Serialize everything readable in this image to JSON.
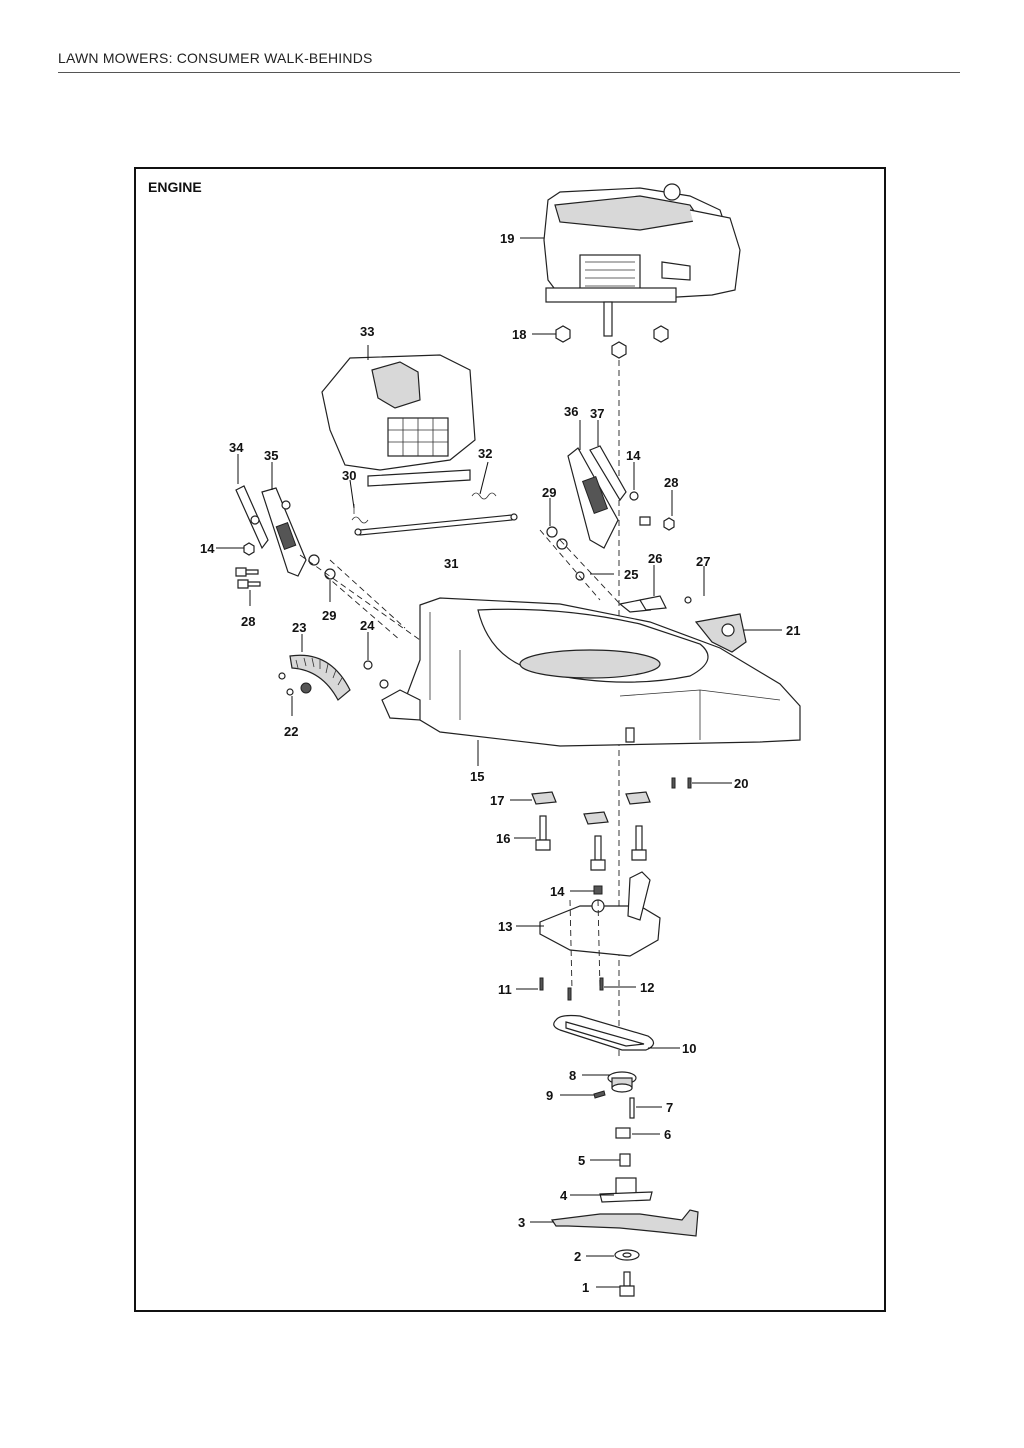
{
  "header": {
    "title": "LAWN MOWERS: CONSUMER WALK-BEHINDS"
  },
  "section": {
    "title": "ENGINE"
  },
  "callouts": [
    {
      "num": "1"
    },
    {
      "num": "2"
    },
    {
      "num": "3"
    },
    {
      "num": "4"
    },
    {
      "num": "5"
    },
    {
      "num": "6"
    },
    {
      "num": "7"
    },
    {
      "num": "8"
    },
    {
      "num": "9"
    },
    {
      "num": "10"
    },
    {
      "num": "11"
    },
    {
      "num": "12"
    },
    {
      "num": "13"
    },
    {
      "num": "14"
    },
    {
      "num": "14"
    },
    {
      "num": "14"
    },
    {
      "num": "15"
    },
    {
      "num": "16"
    },
    {
      "num": "17"
    },
    {
      "num": "18"
    },
    {
      "num": "19"
    },
    {
      "num": "20"
    },
    {
      "num": "21"
    },
    {
      "num": "22"
    },
    {
      "num": "23"
    },
    {
      "num": "24"
    },
    {
      "num": "25"
    },
    {
      "num": "26"
    },
    {
      "num": "27"
    },
    {
      "num": "28"
    },
    {
      "num": "28"
    },
    {
      "num": "29"
    },
    {
      "num": "29"
    },
    {
      "num": "30"
    },
    {
      "num": "31"
    },
    {
      "num": "32"
    },
    {
      "num": "33"
    },
    {
      "num": "34"
    },
    {
      "num": "35"
    },
    {
      "num": "36"
    },
    {
      "num": "37"
    }
  ]
}
